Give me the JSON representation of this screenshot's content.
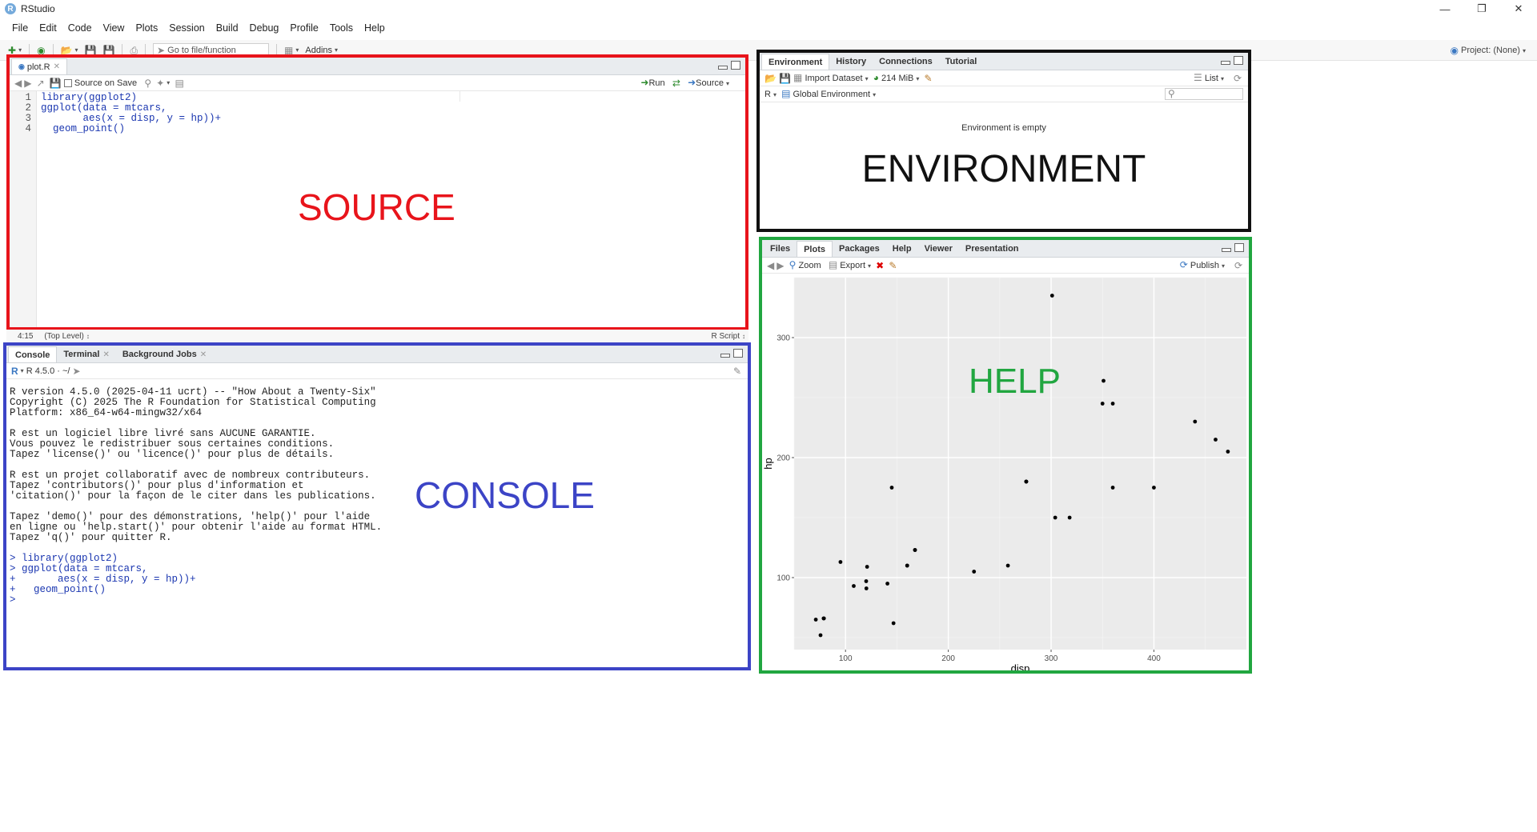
{
  "window": {
    "title": "RStudio",
    "logo_letter": "R"
  },
  "menu": [
    "File",
    "Edit",
    "Code",
    "View",
    "Plots",
    "Session",
    "Build",
    "Debug",
    "Profile",
    "Tools",
    "Help"
  ],
  "toolbar": {
    "goto_placeholder": "Go to file/function",
    "addins_label": "Addins",
    "project_label": "Project: (None)"
  },
  "source": {
    "tab_label": "plot.R",
    "source_on_save_label": "Source on Save",
    "run_label": "Run",
    "source_label": "Source",
    "lines": [
      "library(ggplot2)",
      "ggplot(data = mtcars,",
      "       aes(x = disp, y = hp))+",
      "  geom_point()"
    ],
    "line_numbers": [
      "1",
      "2",
      "3",
      "4"
    ],
    "overlay_label": "SOURCE",
    "status_position": "4:15",
    "status_scope": "(Top Level)",
    "status_filetype": "R Script"
  },
  "console": {
    "tabs": [
      "Console",
      "Terminal",
      "Background Jobs"
    ],
    "r_version_label": "R 4.5.0",
    "working_dir": "~/",
    "lines": [
      "R version 4.5.0 (2025-04-11 ucrt) -- \"How About a Twenty-Six\"",
      "Copyright (C) 2025 The R Foundation for Statistical Computing",
      "Platform: x86_64-w64-mingw32/x64",
      "",
      "R est un logiciel libre livré sans AUCUNE GARANTIE.",
      "Vous pouvez le redistribuer sous certaines conditions.",
      "Tapez 'license()' ou 'licence()' pour plus de détails.",
      "",
      "R est un projet collaboratif avec de nombreux contributeurs.",
      "Tapez 'contributors()' pour plus d'information et",
      "'citation()' pour la façon de le citer dans les publications.",
      "",
      "Tapez 'demo()' pour des démonstrations, 'help()' pour l'aide",
      "en ligne ou 'help.start()' pour obtenir l'aide au format HTML.",
      "Tapez 'q()' pour quitter R.",
      ""
    ],
    "command_lines": [
      "> library(ggplot2)",
      "> ggplot(data = mtcars,",
      "+       aes(x = disp, y = hp))+",
      "+   geom_point()",
      "> "
    ],
    "overlay_label": "CONSOLE"
  },
  "environment": {
    "tabs": [
      "Environment",
      "History",
      "Connections",
      "Tutorial"
    ],
    "import_label": "Import Dataset",
    "memory_label": "214 MiB",
    "view_label": "List",
    "lang_label": "R",
    "scope_label": "Global Environment",
    "empty_text": "Environment is empty",
    "overlay_label": "ENVIRONMENT"
  },
  "help": {
    "tabs": [
      "Files",
      "Plots",
      "Packages",
      "Help",
      "Viewer",
      "Presentation"
    ],
    "zoom_label": "Zoom",
    "export_label": "Export",
    "publish_label": "Publish",
    "overlay_label": "HELP"
  },
  "colors": {
    "source_border": "#e8141b",
    "console_border": "#3c44c6",
    "env_border": "#111111",
    "help_border": "#21a640",
    "plot_panel": "#ebebeb"
  },
  "chart_data": {
    "type": "scatter",
    "xlabel": "disp",
    "ylabel": "hp",
    "xlim": [
      50,
      490
    ],
    "ylim": [
      40,
      350
    ],
    "xticks": [
      100,
      200,
      300,
      400
    ],
    "yticks": [
      100,
      200,
      300
    ],
    "grid": true,
    "points": [
      [
        160,
        110
      ],
      [
        160,
        110
      ],
      [
        108,
        93
      ],
      [
        258,
        110
      ],
      [
        360,
        175
      ],
      [
        225,
        105
      ],
      [
        360,
        245
      ],
      [
        146.7,
        62
      ],
      [
        140.8,
        95
      ],
      [
        167.6,
        123
      ],
      [
        167.6,
        123
      ],
      [
        275.8,
        180
      ],
      [
        275.8,
        180
      ],
      [
        275.8,
        180
      ],
      [
        472,
        205
      ],
      [
        460,
        215
      ],
      [
        440,
        230
      ],
      [
        78.7,
        66
      ],
      [
        75.7,
        52
      ],
      [
        71.1,
        65
      ],
      [
        120.1,
        97
      ],
      [
        318,
        150
      ],
      [
        304,
        150
      ],
      [
        350,
        245
      ],
      [
        400,
        175
      ],
      [
        79,
        66
      ],
      [
        120.3,
        91
      ],
      [
        95.1,
        113
      ],
      [
        351,
        264
      ],
      [
        145,
        175
      ],
      [
        301,
        335
      ],
      [
        121,
        109
      ]
    ]
  }
}
